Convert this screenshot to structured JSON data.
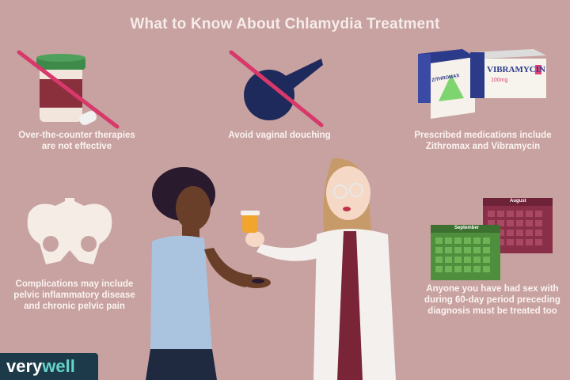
{
  "title": "What to Know About Chlamydia Treatment",
  "captions": {
    "otc": [
      "Over-the-counter therapies",
      "are not effective"
    ],
    "douche": [
      "Avoid vaginal douching"
    ],
    "meds": [
      "Prescribed medications include",
      "Zithromax and Vibramycin"
    ],
    "complications": [
      "Complications may include",
      "pelvic inflammatory disease",
      "and chronic pelvic pain"
    ],
    "partners": [
      "Anyone you have had sex with",
      "during 60-day period preceding",
      "diagnosis must be treated too"
    ]
  },
  "boxes": {
    "zithromax": "ZITHROMAX",
    "vibramycin": "VIBRAMYCIN",
    "vibra_dose": "100mg"
  },
  "calendars": {
    "back": "August",
    "front": "September"
  },
  "brand": {
    "part1": "very",
    "part2": "well"
  },
  "colors": {
    "background": "#c7a2a0",
    "navy": "#1f2a5c",
    "strike": "#d8386a",
    "teal": "#66d4c8"
  }
}
